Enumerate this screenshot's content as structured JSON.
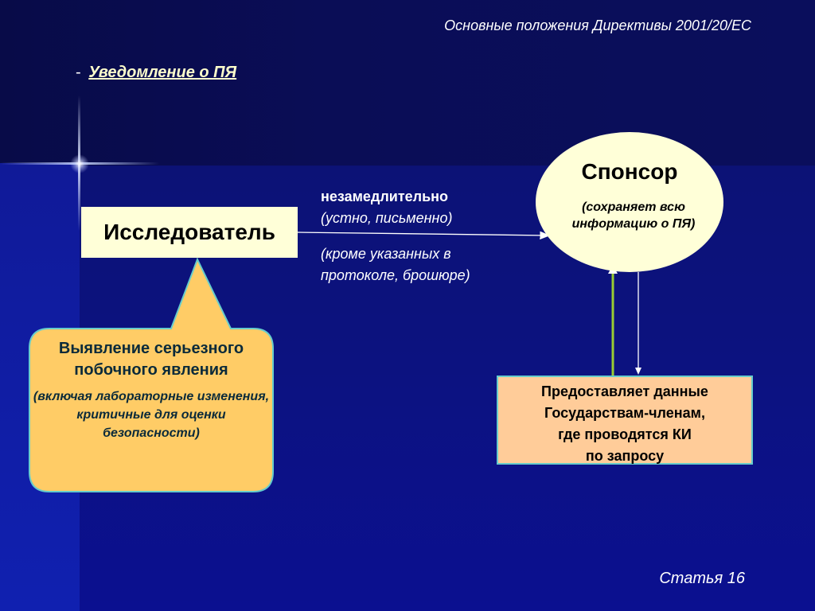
{
  "header": {
    "title": "Основные положения Директивы 2001/20/ЕС"
  },
  "subheading": {
    "dash": "-",
    "text": "Уведомление о ПЯ"
  },
  "diagram": {
    "researcher": "Исследователь",
    "sponsor": {
      "title": "Спонсор",
      "note": "(сохраняет всю информацию о ПЯ)"
    },
    "arrow_label": {
      "line1": "незамедлительно",
      "line2": "(устно, письменно)",
      "line3": "(кроме указанных в",
      "line4": "протоколе, брошюре)"
    },
    "callout": {
      "main": "Выявление серьезного побочного явления",
      "sub": "(включая лабораторные изменения, критичные для оценки безопасности)"
    },
    "provide_box": {
      "line1": "Предоставляет данные",
      "line2": "Государствам-членам,",
      "line3": "где проводятся КИ",
      "line4": "по запросу"
    }
  },
  "footer": {
    "text": "Статья 16"
  },
  "colors": {
    "background": "#0b0f6a",
    "box_fill": "#ffffd8",
    "callout_fill": "#ffcc66",
    "provide_fill": "#ffcc99",
    "green_arrow": "#99cc33"
  }
}
